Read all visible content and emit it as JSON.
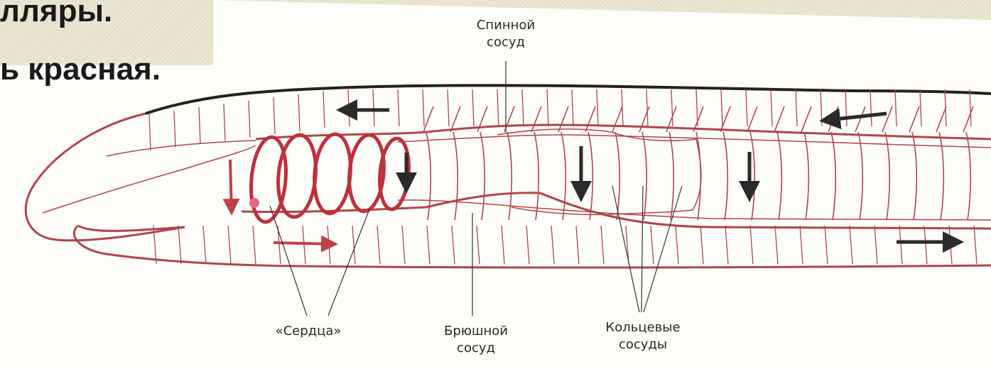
{
  "slide_text": {
    "line1": "лляры.",
    "line2": "ь красная."
  },
  "labels": {
    "dorsal_line1": "Спинной",
    "dorsal_line2": "сосуд",
    "hearts": "«Сердца»",
    "ventral_line1": "Брюшной",
    "ventral_line2": "сосуд",
    "ring_line1": "Кольцевые",
    "ring_line2": "сосуды"
  },
  "colors": {
    "vessel": "#b2444a",
    "heart": "#c0303a",
    "outline": "#222222",
    "arrow_dark": "#2a2a2a",
    "arrow_red": "#c0404a"
  }
}
